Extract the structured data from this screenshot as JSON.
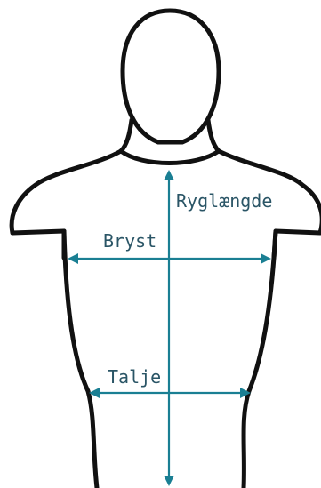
{
  "colors": {
    "outline": "#111111",
    "measurement": "#1a7f93",
    "label": "#2a5566",
    "background": "#ffffff"
  },
  "labels": {
    "back_length": "Ryglængde",
    "chest": "Bryst",
    "waist": "Talje"
  }
}
